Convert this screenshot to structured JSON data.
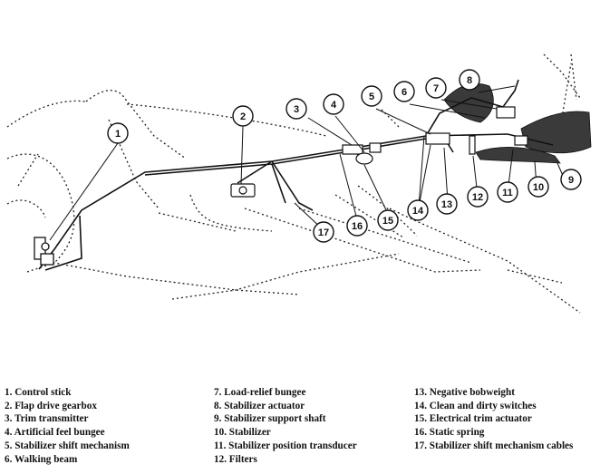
{
  "callouts": [
    "1",
    "2",
    "3",
    "4",
    "5",
    "6",
    "7",
    "8",
    "9",
    "10",
    "11",
    "12",
    "13",
    "14",
    "15",
    "16",
    "17"
  ],
  "legend": {
    "col1": [
      "1. Control stick",
      "2. Flap drive gearbox",
      "3. Trim transmitter",
      "4. Artificial feel bungee",
      "5. Stabilizer shift mechanism",
      "6. Walking beam"
    ],
    "col2": [
      "7. Load-relief bungee",
      "8. Stabilizer actuator",
      "9. Stabilizer support shaft",
      "10. Stabilizer",
      "11. Stabilizer position transducer",
      "12. Filters"
    ],
    "col3": [
      "13. Negative bobweight",
      "14. Clean and dirty switches",
      "15. Electrical trim actuator",
      "16. Static spring",
      "17. Stabilizer shift mechanism cables"
    ]
  }
}
